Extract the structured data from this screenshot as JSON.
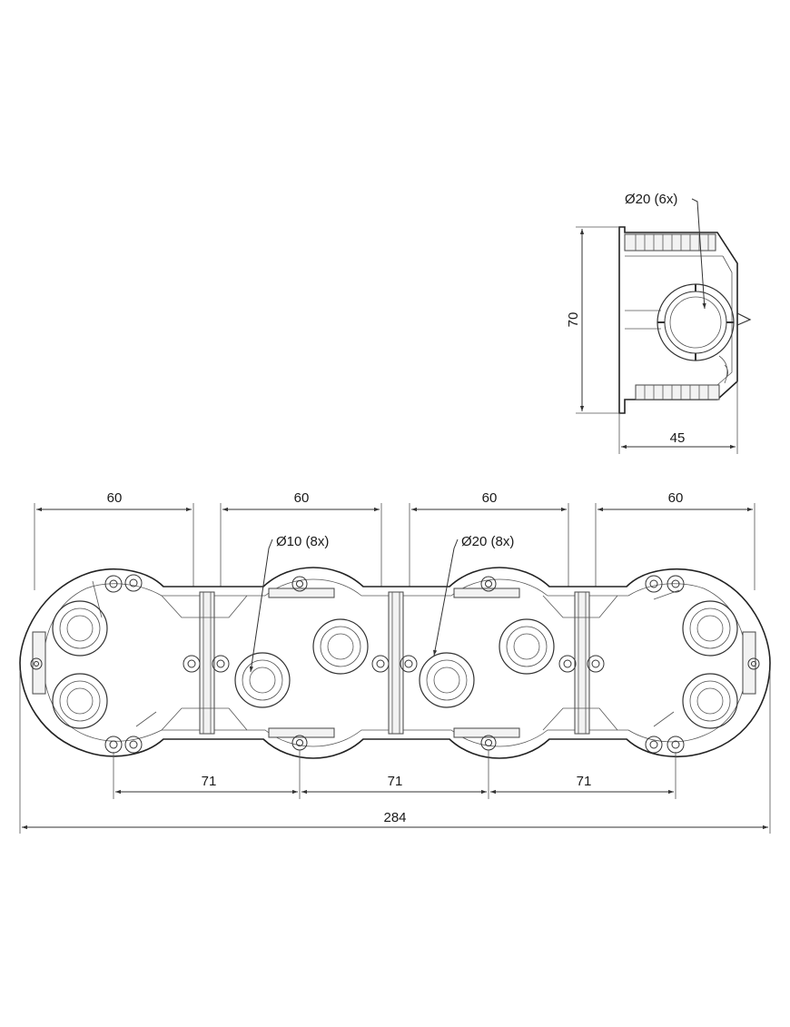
{
  "side_view": {
    "knockout_label": "Ø20 (6x)",
    "height_label": "70",
    "depth_label": "45"
  },
  "top_view": {
    "pitch_labels": [
      "60",
      "60",
      "60",
      "60"
    ],
    "knockout_small_label": "Ø10 (8x)",
    "knockout_large_label": "Ø20 (8x)",
    "spacing_labels": [
      "71",
      "71",
      "71"
    ],
    "overall_label": "284"
  }
}
